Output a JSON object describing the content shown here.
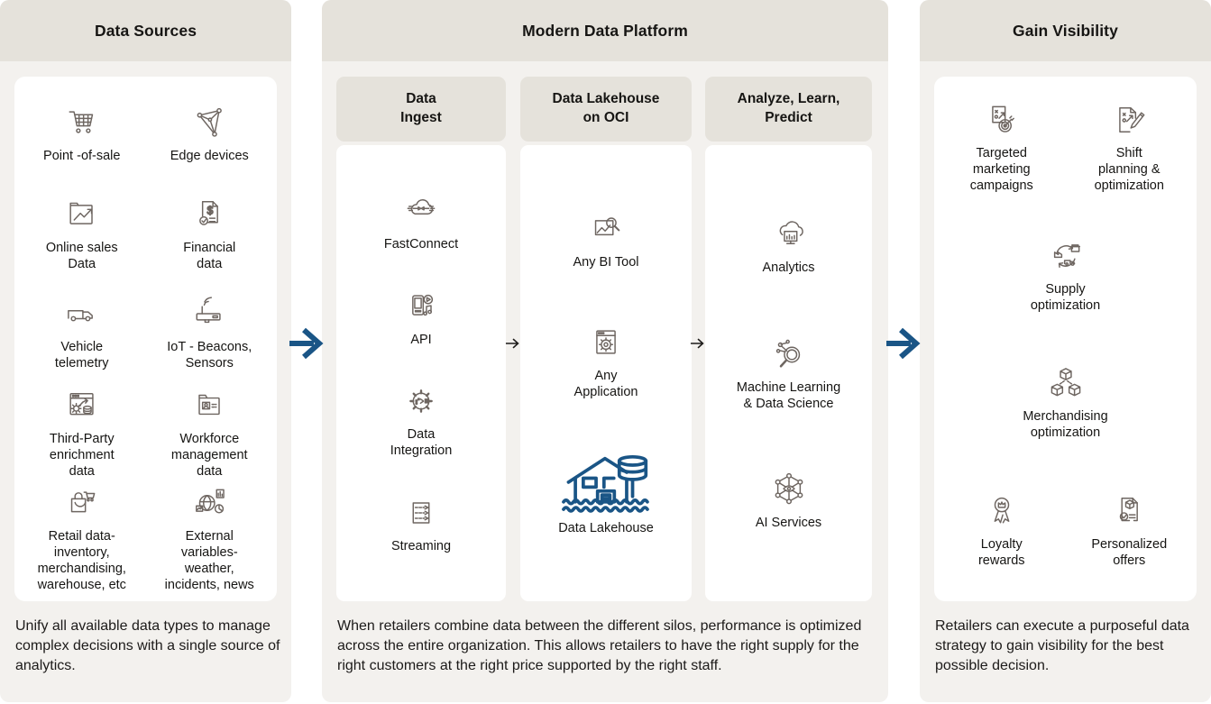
{
  "colors": {
    "accent_blue": "#1a5586",
    "arrow_dark": "#1d1b1a",
    "icon_gray": "#6e6661",
    "header_bg": "#e5e2db",
    "panel_bg": "#f3f1ee",
    "card_bg": "#ffffff",
    "text": "#161513"
  },
  "sources": {
    "title": "Data Sources",
    "caption": "Unify all available data types to manage complex decisions with a single source of analytics.",
    "items": [
      {
        "icon": "cart",
        "label": "Point -of-sale"
      },
      {
        "icon": "edge-network",
        "label": "Edge devices"
      },
      {
        "icon": "sales-folder",
        "label": "Online sales\nData"
      },
      {
        "icon": "financial-doc",
        "label": "Financial\ndata"
      },
      {
        "icon": "truck",
        "label": "Vehicle\ntelemetry"
      },
      {
        "icon": "iot-router",
        "label": "IoT - Beacons,\nSensors"
      },
      {
        "icon": "third-party",
        "label": "Third-Party\nenrichment\ndata"
      },
      {
        "icon": "workforce-folder",
        "label": "Workforce\nmanagement\ndata"
      },
      {
        "icon": "retail-bag",
        "label": "Retail data-\ninventory,\nmerchandising,\nwarehouse, etc"
      },
      {
        "icon": "external-globe",
        "label": "External\nvariables-\nweather,\nincidents, news"
      }
    ]
  },
  "platform": {
    "title": "Modern Data Platform",
    "caption": "When retailers combine data between the different silos, performance is optimized across the entire organization. This allows retailers to have the right supply for the right customers at the right price supported by the right staff.",
    "subcolumns": [
      {
        "title": "Data\nIngest",
        "items": [
          {
            "icon": "fastconnect-cloud",
            "label": "FastConnect"
          },
          {
            "icon": "api-device",
            "label": "API"
          },
          {
            "icon": "integration-gear",
            "label": "Data\nIntegration"
          },
          {
            "icon": "streaming-box",
            "label": "Streaming"
          }
        ]
      },
      {
        "title": "Data Lakehouse\non OCI",
        "items": [
          {
            "icon": "bi-tool",
            "label": "Any BI Tool"
          },
          {
            "icon": "application-window",
            "label": "Any\nApplication"
          },
          {
            "icon": "lakehouse",
            "label": "Data Lakehouse",
            "blue": true
          }
        ]
      },
      {
        "title": "Analyze, Learn,\nPredict",
        "items": [
          {
            "icon": "analytics-cloud",
            "label": "Analytics"
          },
          {
            "icon": "ml-magnifier",
            "label": "Machine Learning\n& Data Science"
          },
          {
            "icon": "ai-network",
            "label": "AI Services"
          }
        ]
      }
    ]
  },
  "visibility": {
    "title": "Gain Visibility",
    "caption": "Retailers can execute a purposeful data strategy to gain visibility for the best possible decision.",
    "items": [
      {
        "icon": "marketing-target",
        "label": "Targeted\nmarketing\ncampaigns"
      },
      {
        "icon": "shift-planning",
        "label": "Shift\nplanning &\noptimization"
      },
      {
        "icon": "supply-cycle",
        "label": "Supply\noptimization",
        "wide": true
      },
      {
        "icon": "merch-cubes",
        "label": "Merchandising\noptimization",
        "wide": true
      },
      {
        "icon": "loyalty-ribbon",
        "label": "Loyalty\nrewards"
      },
      {
        "icon": "personalized-doc",
        "label": "Personalized\noffers"
      }
    ]
  }
}
